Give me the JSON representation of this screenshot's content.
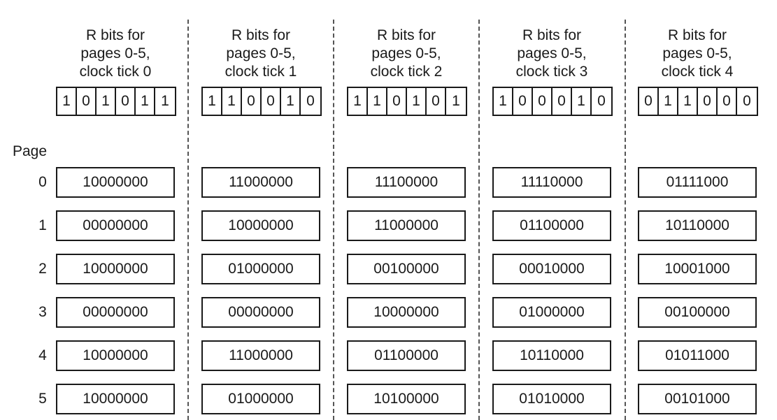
{
  "page_label": "Page",
  "pages": [
    "0",
    "1",
    "2",
    "3",
    "4",
    "5"
  ],
  "columns": [
    {
      "title_lines": [
        "R bits for",
        "pages 0-5,",
        "clock tick 0"
      ],
      "r_bits": [
        "1",
        "0",
        "1",
        "0",
        "1",
        "1"
      ],
      "counters": [
        "10000000",
        "00000000",
        "10000000",
        "00000000",
        "10000000",
        "10000000"
      ]
    },
    {
      "title_lines": [
        "R bits for",
        "pages 0-5,",
        "clock tick 1"
      ],
      "r_bits": [
        "1",
        "1",
        "0",
        "0",
        "1",
        "0"
      ],
      "counters": [
        "11000000",
        "10000000",
        "01000000",
        "00000000",
        "11000000",
        "01000000"
      ]
    },
    {
      "title_lines": [
        "R bits for",
        "pages 0-5,",
        "clock tick 2"
      ],
      "r_bits": [
        "1",
        "1",
        "0",
        "1",
        "0",
        "1"
      ],
      "counters": [
        "11100000",
        "11000000",
        "00100000",
        "10000000",
        "01100000",
        "10100000"
      ]
    },
    {
      "title_lines": [
        "R bits for",
        "pages 0-5,",
        "clock tick 3"
      ],
      "r_bits": [
        "1",
        "0",
        "0",
        "0",
        "1",
        "0"
      ],
      "counters": [
        "11110000",
        "01100000",
        "00010000",
        "01000000",
        "10110000",
        "01010000"
      ]
    },
    {
      "title_lines": [
        "R bits for",
        "pages 0-5,",
        "clock tick 4"
      ],
      "r_bits": [
        "0",
        "1",
        "1",
        "0",
        "0",
        "0"
      ],
      "counters": [
        "01111000",
        "10110000",
        "10001000",
        "00100000",
        "01011000",
        "00101000"
      ]
    }
  ]
}
